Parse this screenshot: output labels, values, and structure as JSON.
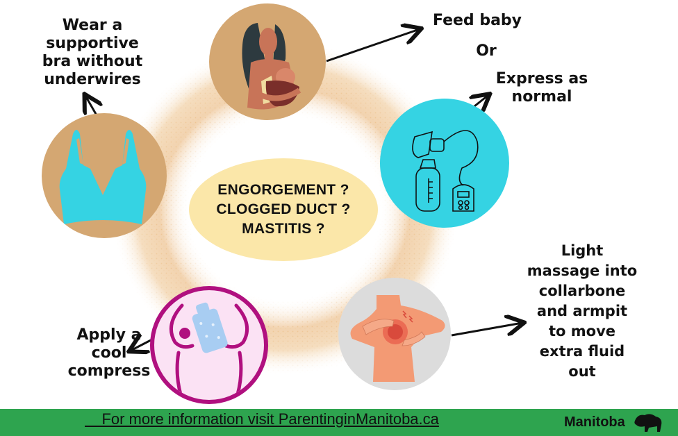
{
  "title": "Engorgement / Clogged Duct / Mastitis self-care",
  "center": {
    "lines": [
      "ENGORGEMENT ?",
      "CLOGGED DUCT ?",
      "MASTITIS ?"
    ],
    "color": "#fbe7a9"
  },
  "steps": {
    "bra": {
      "label_lines": [
        "Wear a",
        "supportive",
        "bra without",
        "underwires"
      ],
      "icon": "bra-icon",
      "circle_color": "#d4a772",
      "icon_color": "#35d3e3"
    },
    "feed": {
      "label_lines": [
        "Feed baby"
      ],
      "icon": "breastfeeding-mother-icon",
      "circle_color": "#d4a772"
    },
    "or": {
      "label": "Or"
    },
    "express": {
      "label_lines": [
        "Express as",
        "normal"
      ],
      "icon": "breast-pump-icon",
      "circle_color": "#35d3e3"
    },
    "massage": {
      "label_lines": [
        "Light",
        "massage into",
        "collarbone",
        "and armpit",
        "to move",
        "extra fluid",
        "out"
      ],
      "icon": "breast-massage-icon",
      "circle_color": "#dcdcdc"
    },
    "compress": {
      "label_lines": [
        "Apply a",
        "cool",
        "compress"
      ],
      "icon": "cool-compress-icon",
      "circle_color": "#fbe2f4",
      "ring_color": "#b0107f"
    }
  },
  "footer": {
    "link_text": "    For more information visit ParentinginManitoba.ca",
    "background": "#2ea44f",
    "logo_text": "Manitoba",
    "logo_icon": "bison-icon"
  },
  "accent_colors": {
    "speckle": "#e3a04a"
  }
}
